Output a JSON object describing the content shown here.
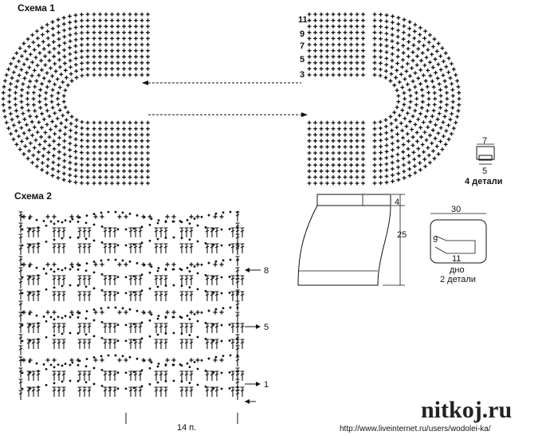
{
  "scheme1": {
    "title": "Схема 1",
    "row_labels": [
      "11",
      "9",
      "7",
      "5",
      "3"
    ]
  },
  "detail_small": {
    "top": "7",
    "bottom": "5",
    "caption": "4 детали"
  },
  "scheme2": {
    "title": "Схема 2",
    "row_labels": [
      "8",
      "5",
      "1"
    ],
    "stitch_count": "14 п."
  },
  "bag_pattern": {
    "top_height": "4",
    "height": "25"
  },
  "bottom_pattern": {
    "width": "30",
    "side": "9",
    "inner": "11",
    "caption_line1": "дно",
    "caption_line2": "2 детали"
  },
  "watermark": {
    "brand": "nitkoj.ru",
    "url": "http://www.liveinternet.ru/users/wodolei-ka/"
  }
}
